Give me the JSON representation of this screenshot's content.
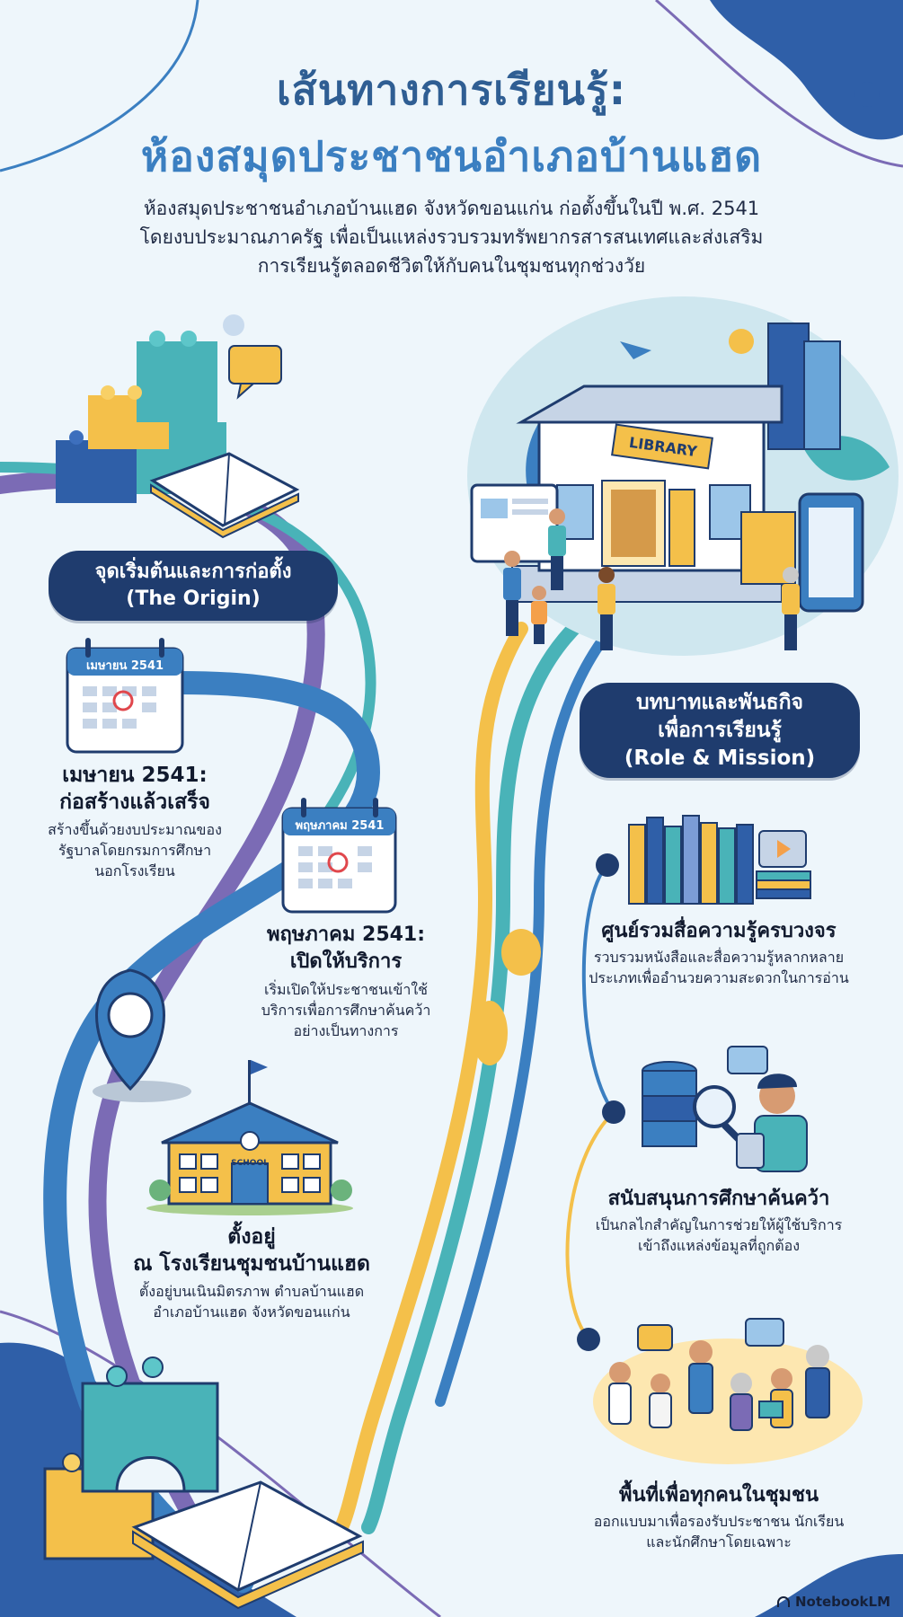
{
  "header": {
    "title_line1": "เส้นทางการเรียนรู้:",
    "title_line2": "ห้องสมุดประชาชนอำเภอบ้านแฮด",
    "intro_line1": "ห้องสมุดประชาชนอำเภอบ้านแฮด จังหวัดขอนแก่น ก่อตั้งขึ้นในปี พ.ศ. 2541",
    "intro_line2": "โดยงบประมาณภาครัฐ เพื่อเป็นแหล่งรวบรวมทรัพยากรสารสนเทศและส่งเสริม",
    "intro_line3": "การเรียนรู้ตลอดชีวิตให้กับคนในชุมชนทุกช่วงวัย"
  },
  "origin": {
    "pill_line1": "จุดเริ่มต้นและการก่อตั้ง",
    "pill_line2": "(The Origin)",
    "calendar1_label": "เมษายน 2541",
    "calendar2_label": "พฤษภาคม 2541",
    "school_sign": "SCHOOL",
    "items": [
      {
        "title_line1": "เมษายน 2541:",
        "title_line2": "ก่อสร้างแล้วเสร็จ",
        "desc_line1": "สร้างขึ้นด้วยงบประมาณของ",
        "desc_line2": "รัฐบาลโดยกรมการศึกษา",
        "desc_line3": "นอกโรงเรียน"
      },
      {
        "title_line1": "พฤษภาคม 2541:",
        "title_line2": "เปิดให้บริการ",
        "desc_line1": "เริ่มเปิดให้ประชาชนเข้าใช้",
        "desc_line2": "บริการเพื่อการศึกษาค้นคว้า",
        "desc_line3": "อย่างเป็นทางการ"
      },
      {
        "title_line1": "ตั้งอยู่",
        "title_line2": "ณ โรงเรียนชุมชนบ้านแฮด",
        "desc_line1": "ตั้งอยู่บนเนินมิตรภาพ ตำบลบ้านแฮด",
        "desc_line2": "อำเภอบ้านแฮด จังหวัดขอนแก่น"
      }
    ]
  },
  "role": {
    "library_sign": "LIBRARY",
    "pill_line1": "บทบาทและพันธกิจ",
    "pill_line2": "เพื่อการเรียนรู้",
    "pill_line3": "(Role & Mission)",
    "items": [
      {
        "title": "ศูนย์รวมสื่อความรู้ครบวงจร",
        "desc_line1": "รวบรวมหนังสือและสื่อความรู้หลากหลาย",
        "desc_line2": "ประเภทเพื่ออำนวยความสะดวกในการอ่าน"
      },
      {
        "title": "สนับสนุนการศึกษาค้นคว้า",
        "desc_line1": "เป็นกลไกสำคัญในการช่วยให้ผู้ใช้บริการ",
        "desc_line2": "เข้าถึงแหล่งข้อมูลที่ถูกต้อง"
      },
      {
        "title": "พื้นที่เพื่อทุกคนในชุมชน",
        "desc_line1": "ออกแบบมาเพื่อรองรับประชาชน นักเรียน",
        "desc_line2": "และนักศึกษาโดยเฉพาะ"
      }
    ]
  },
  "footer": {
    "brand": "NotebookLM"
  },
  "colors": {
    "navy": "#1f3c6e",
    "blue": "#3b7fc1",
    "teal": "#49b3b8",
    "purple": "#7b6bb5",
    "yellow": "#f4c04a",
    "background": "#eef6fb"
  }
}
